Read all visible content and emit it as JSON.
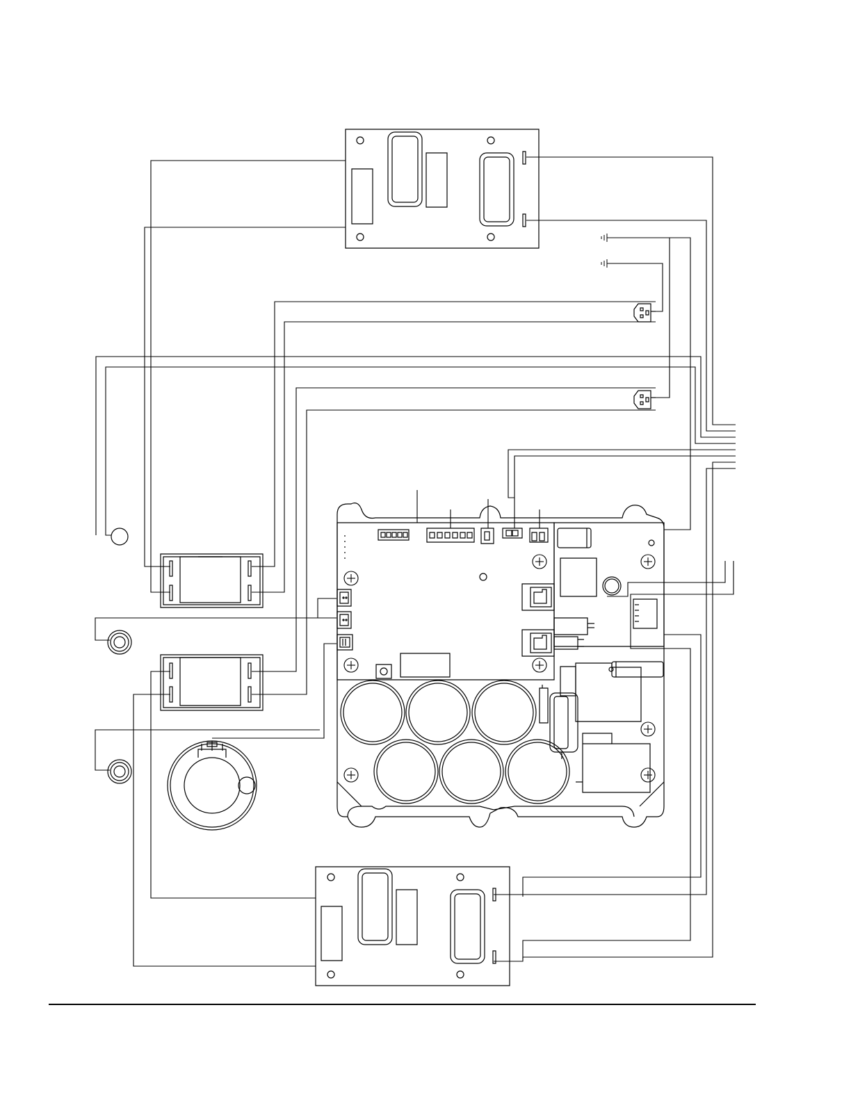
{
  "diagram": {
    "kind": "wiring-diagram",
    "colors": {
      "line": "#000000",
      "background": "#ffffff"
    },
    "components": [
      "top-filter-board",
      "bottom-filter-board",
      "upper-switch",
      "lower-switch",
      "upper-power-inlet",
      "lower-power-inlet",
      "upper-ground-symbol",
      "lower-ground-symbol",
      "indicator-lamp",
      "upper-jack",
      "lower-jack",
      "rotary-potentiometer",
      "main-controller-board",
      "capacitor-bank",
      "wire-harness"
    ],
    "visible_text": []
  }
}
